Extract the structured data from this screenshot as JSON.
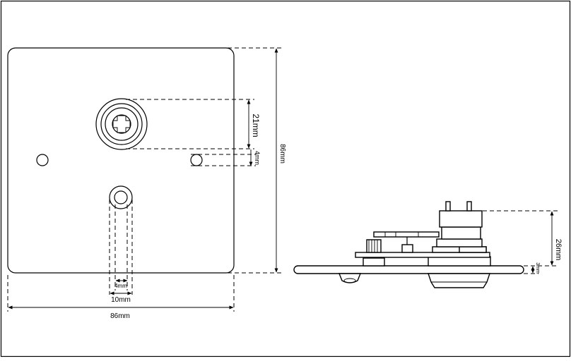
{
  "dimensions": {
    "width_86": "86mm",
    "height_86": "86mm",
    "keyswitch_21": "21mm",
    "offset_4": "4mm",
    "slot_4": "4mm",
    "slot_10": "10mm",
    "profile_26": "26mm",
    "plate_3": "3mm"
  },
  "colors": {
    "line": "#000000",
    "background": "#ffffff"
  }
}
